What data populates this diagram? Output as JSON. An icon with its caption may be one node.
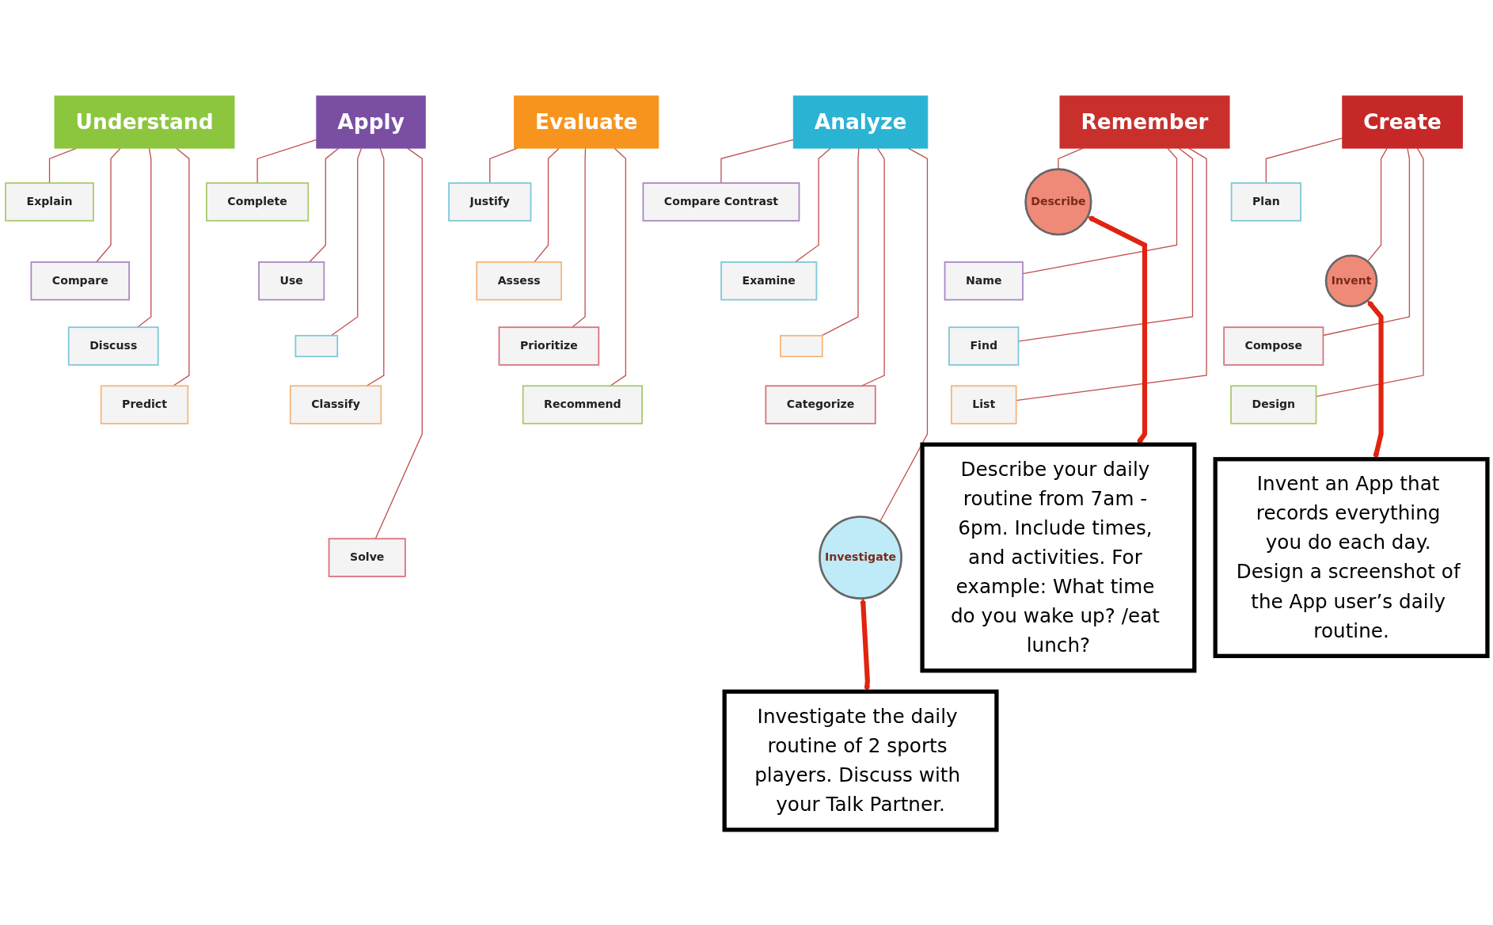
{
  "diagram": {
    "nodes": [
      {
        "text": [
          "Remember"
        ]
      },
      {
        "text": [
          "Describe"
        ]
      },
      {
        "text": [
          "Name"
        ]
      },
      {
        "text": [
          "Find"
        ]
      },
      {
        "text": [
          "List"
        ]
      },
      {
        "text": [
          "Understand"
        ]
      },
      {
        "text": [
          "Explain"
        ]
      },
      {
        "text": [
          "Compare"
        ]
      },
      {
        "text": [
          "Discuss"
        ]
      },
      {
        "text": [
          "Predict"
        ]
      },
      {
        "text": [
          "Apply"
        ]
      },
      {
        "text": [
          "Complete"
        ]
      },
      {
        "text": [
          "Use"
        ]
      },
      {
        "text": [],
        "shape": "box"
      },
      {
        "text": [
          "Classify"
        ]
      },
      {
        "text": [
          "Solve"
        ]
      },
      {
        "text": [
          "Analyze"
        ]
      },
      {
        "text": [
          "Compare Contrast"
        ]
      },
      {
        "text": [
          "Examine"
        ]
      },
      {
        "text": [],
        "shape": "box"
      },
      {
        "text": [
          "Categorize"
        ]
      },
      {
        "text": [
          "Investigate"
        ]
      },
      {
        "text": [
          "Evaluate"
        ]
      },
      {
        "text": [
          "Justify"
        ]
      },
      {
        "text": [
          "Assess"
        ]
      },
      {
        "text": [
          "Prioritize"
        ]
      },
      {
        "text": [
          "Recommend"
        ]
      },
      {
        "text": [
          "Create"
        ]
      },
      {
        "text": [
          "Plan"
        ]
      },
      {
        "text": [
          "Invent"
        ]
      },
      {
        "text": [
          "Compose"
        ]
      },
      {
        "text": [
          "Design"
        ]
      },
      {
        "text": [
          "Investigate the daily routine of 2 sports players. Discuss with your Talk Partner."
        ]
      },
      {
        "text": [
          "Describe your daily routine from 7am - 6pm. Include times, and activities. For example: What time do you wake up? /eat lunch?"
        ]
      },
      {
        "text": [
          "Invent an App that records everything you do each day. Design a screenshot of the App user’s daily routine."
        ]
      }
    ],
    "edges": [
      {
        "from": 0,
        "to": 1,
        "arrow": "none"
      },
      {
        "from": 0,
        "to": 2,
        "arrow": "none"
      },
      {
        "from": 0,
        "to": 3,
        "arrow": "none"
      },
      {
        "from": 0,
        "to": 4,
        "arrow": "none"
      },
      {
        "from": 5,
        "to": 6,
        "arrow": "none"
      },
      {
        "from": 5,
        "to": 7,
        "arrow": "none"
      },
      {
        "from": 5,
        "to": 8,
        "arrow": "none"
      },
      {
        "from": 5,
        "to": 9,
        "arrow": "none"
      },
      {
        "from": 10,
        "to": 11,
        "arrow": "none"
      },
      {
        "from": 10,
        "to": 12,
        "arrow": "none"
      },
      {
        "from": 10,
        "to": 13,
        "arrow": "none"
      },
      {
        "from": 10,
        "to": 14,
        "arrow": "none"
      },
      {
        "from": 10,
        "to": 15,
        "arrow": "none"
      },
      {
        "from": 16,
        "to": 17,
        "arrow": "none"
      },
      {
        "from": 16,
        "to": 18,
        "arrow": "none"
      },
      {
        "from": 16,
        "to": 19,
        "arrow": "none"
      },
      {
        "from": 16,
        "to": 20,
        "arrow": "none"
      },
      {
        "from": 16,
        "to": 21,
        "arrow": "none"
      },
      {
        "from": 22,
        "to": 23,
        "arrow": "none"
      },
      {
        "from": 22,
        "to": 24,
        "arrow": "none"
      },
      {
        "from": 22,
        "to": 25,
        "arrow": "none"
      },
      {
        "from": 22,
        "to": 26,
        "arrow": "none"
      },
      {
        "from": 27,
        "to": 28,
        "arrow": "none"
      },
      {
        "from": 27,
        "to": 29,
        "arrow": "none"
      },
      {
        "from": 27,
        "to": 30,
        "arrow": "none"
      },
      {
        "from": 27,
        "to": 31,
        "arrow": "none"
      },
      {
        "from": 33,
        "to": 1,
        "arrow": "both",
        "style": "thick",
        "color": "#e0240f"
      },
      {
        "from": 32,
        "to": 21,
        "arrow": "both",
        "style": "thick",
        "color": "#e0240f"
      },
      {
        "from": 34,
        "to": 29,
        "arrow": "both",
        "style": "thick",
        "color": "#e0240f"
      }
    ]
  }
}
